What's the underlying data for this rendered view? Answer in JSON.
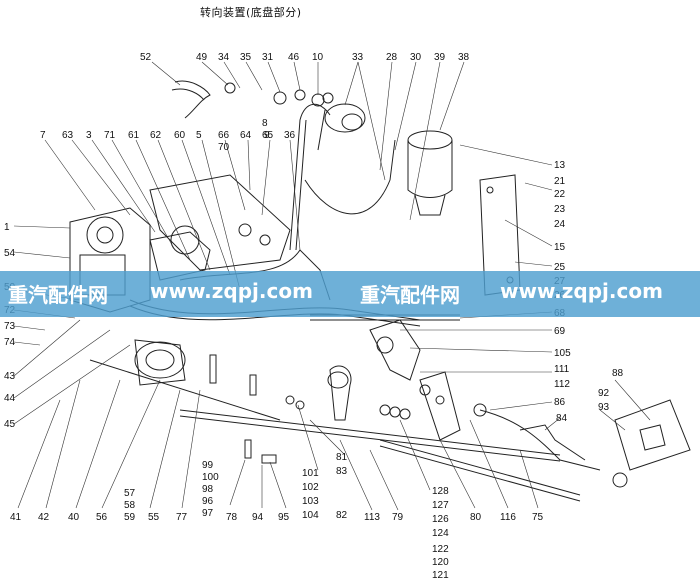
{
  "title": "转向装置(底盘部分)",
  "watermark": {
    "text_cn": "重汽配件网",
    "text_url": "www.zqpj.com",
    "band_color": "#4e9fd0"
  },
  "callouts": {
    "top_row": [
      "52",
      "49",
      "34",
      "35",
      "31",
      "46",
      "10",
      "33",
      "28",
      "30",
      "39",
      "38"
    ],
    "upper_row": [
      "7",
      "63",
      "3",
      "71",
      "61",
      "62",
      "60",
      "5",
      "66",
      "70",
      "64",
      "65",
      "8",
      "9",
      "36"
    ],
    "left_col": [
      "1",
      "54",
      "50",
      "72",
      "73",
      "74",
      "43",
      "44",
      "45"
    ],
    "right_col": [
      "13",
      "21",
      "22",
      "23",
      "24",
      "15",
      "25",
      "27",
      "26",
      "68",
      "69",
      "105",
      "111",
      "112",
      "86",
      "84",
      "88",
      "92",
      "93"
    ],
    "bottom_row": [
      "41",
      "42",
      "40",
      "56",
      "57",
      "58",
      "59",
      "55",
      "77",
      "99",
      "100",
      "98",
      "96",
      "97",
      "78",
      "94",
      "95",
      "101",
      "102",
      "103",
      "104",
      "81",
      "83",
      "82",
      "113",
      "79",
      "128",
      "127",
      "126",
      "124",
      "122",
      "120",
      "121",
      "80",
      "116",
      "75"
    ]
  }
}
